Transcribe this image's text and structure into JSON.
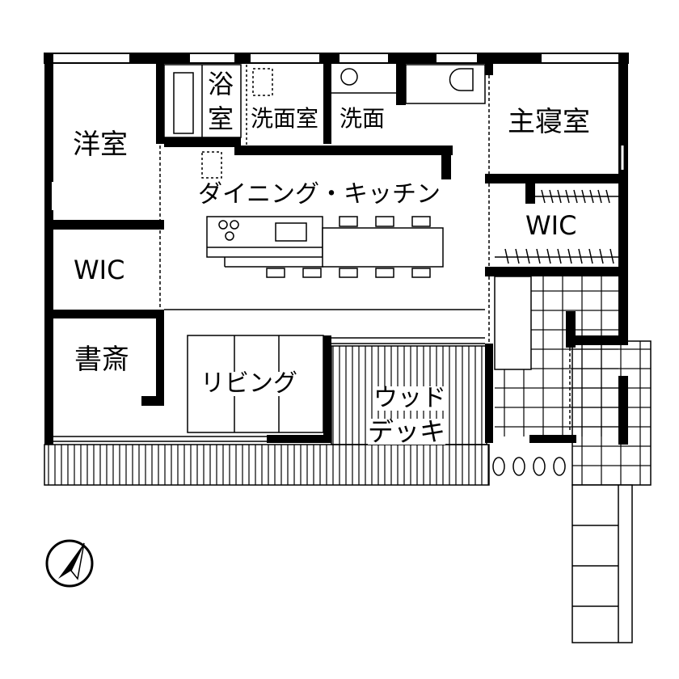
{
  "colors": {
    "wall": "#000000",
    "background": "#ffffff"
  },
  "rooms": {
    "western_room": "洋室",
    "wic_left": "WIC",
    "study": "書斎",
    "bath_1": "浴",
    "bath_2": "室",
    "dressing": "洗面室",
    "washroom": "洗面",
    "master_bedroom": "主寝室",
    "wic_right": "WIC",
    "dining_kitchen": "ダイニング・キッチン",
    "living": "リビング",
    "wood_deck_1": "ウッド",
    "wood_deck_2": "デッキ"
  },
  "icons": {
    "compass": "north-arrow-icon"
  }
}
